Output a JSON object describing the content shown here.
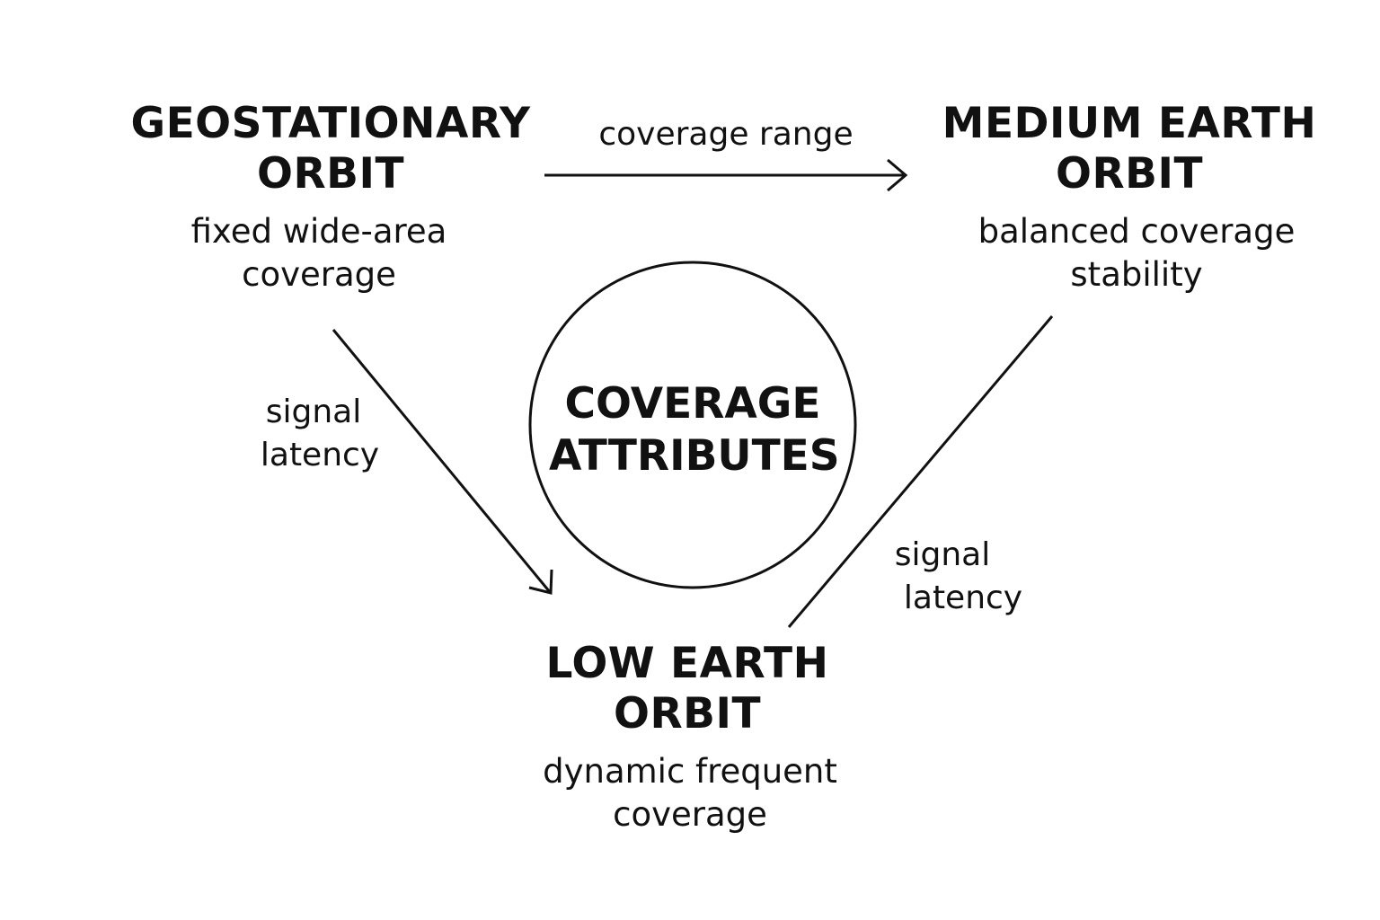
{
  "center": {
    "line1": "COVERAGE",
    "line2": "ATTRIBUTES"
  },
  "nodes": {
    "geo": {
      "title1": "GEOSTATIONARY",
      "title2": "ORBIT",
      "desc1": "fixed wide-area",
      "desc2": "coverage"
    },
    "meo": {
      "title1": "MEDIUM EARTH",
      "title2": "ORBIT",
      "desc1": "balanced coverage",
      "desc2": "stability"
    },
    "leo": {
      "title1": "LOW EARTH",
      "title2": "ORBIT",
      "desc1": "dynamic frequent",
      "desc2": "coverage"
    }
  },
  "edges": {
    "geo_meo": {
      "label": "coverage range"
    },
    "geo_leo": {
      "line1": "signal",
      "line2": "latency"
    },
    "meo_leo": {
      "line1": "signal",
      "line2": "latency"
    }
  },
  "colors": {
    "stroke": "#111111",
    "background": "#ffffff"
  }
}
